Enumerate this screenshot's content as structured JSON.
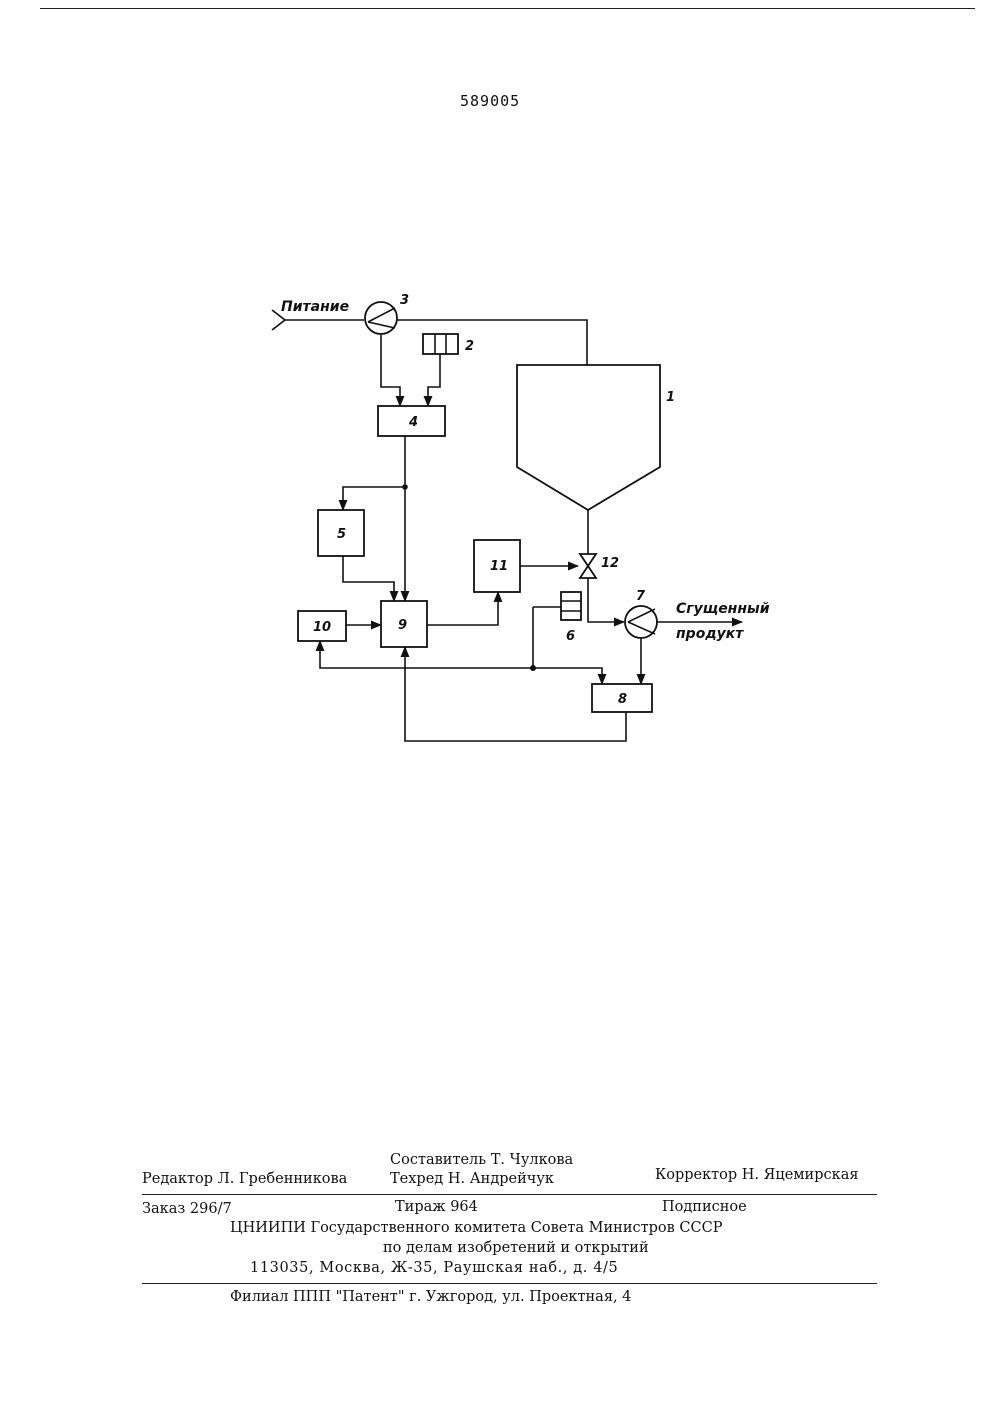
{
  "patent_number": "589005",
  "diagram": {
    "input_label": "Питание",
    "output_label_line1": "Сгущенный",
    "output_label_line2": "продукт",
    "nums": {
      "n1": "1",
      "n2": "2",
      "n3": "3",
      "n4": "4",
      "n5": "5",
      "n6": "6",
      "n7": "7",
      "n8": "8",
      "n9": "9",
      "n10": "10",
      "n11": "11",
      "n12": "12"
    }
  },
  "colophon": {
    "compiler": "Составитель Т. Чулкова",
    "editor": "Редактор  Л. Гребенникова",
    "techred": "Техред  Н. Андрейчук",
    "corrector": "Корректор  Н. Яцемирская",
    "order": "Заказ 296/7",
    "circulation": "Тираж 964",
    "subscription": "Подписное",
    "org_line1": "ЦНИИПИ Государственного комитета Совета Министров СССР",
    "org_line2": "по делам изобретений и открытий",
    "address": "113035, Москва, Ж-35, Раушская наб., д. 4/5",
    "branch": "Филиал ППП \"Патент\" г. Ужгород, ул. Проектная, 4"
  }
}
